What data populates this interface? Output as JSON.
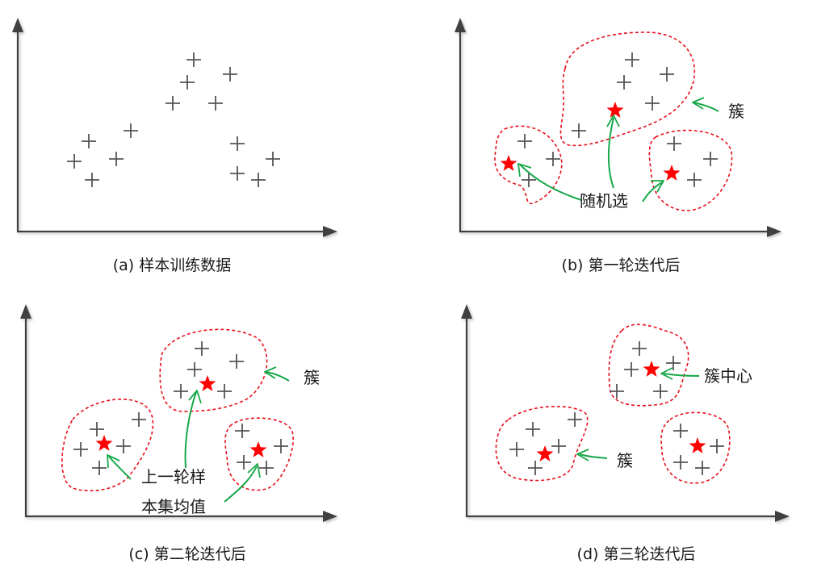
{
  "colors": {
    "axis": "#3f3f3f",
    "point": "#555555",
    "centroid": "#ff0000",
    "cluster_outline": "#e8101b",
    "annotation_arrow": "#18a84a"
  },
  "icons": {
    "point": "plus-marker",
    "centroid": "star-marker"
  },
  "panels": [
    {
      "caption": "(a) 样本训练数据"
    },
    {
      "caption": "(b) 第一轮迭代后",
      "labels": {
        "cluster": "簇",
        "random": "随机选"
      }
    },
    {
      "caption": "(c) 第二轮迭代后",
      "labels": {
        "cluster": "簇",
        "mean_line1": "上一轮样",
        "mean_line2": "本集均值"
      }
    },
    {
      "caption": "(d) 第三轮迭代后",
      "labels": {
        "center": "簇中心",
        "cluster": "簇"
      }
    }
  ]
}
